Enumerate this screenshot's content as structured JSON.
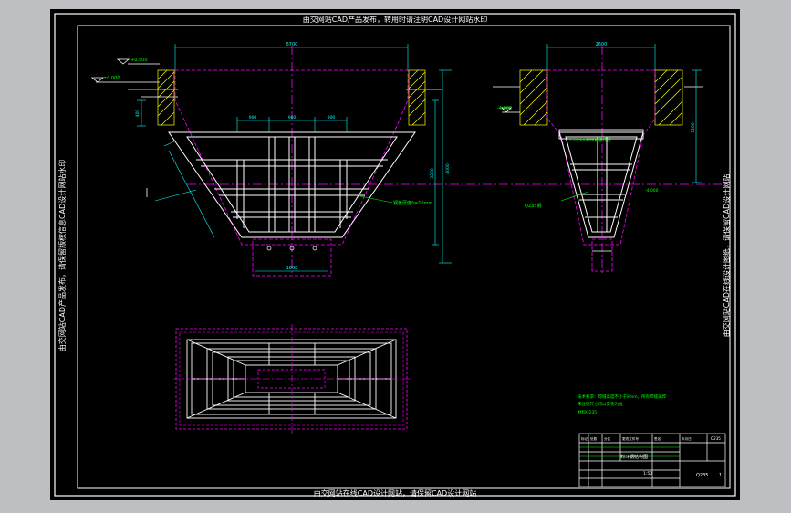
{
  "window": {
    "background": "#bdbfc2",
    "canvas_background": "#000000"
  },
  "colors": {
    "frame": "#ffffff",
    "center": "#ff00ff",
    "dim": "#00ffff",
    "note": "#00ff00",
    "hatch": "#ffff00",
    "steel": "#ffffff",
    "ref": "#ff00ff"
  },
  "watermarks": {
    "top": "由交网站CAD产品发布，转用时请注明CAD设计网站水印",
    "bottom": "由交网站在线CAD设计网站，请保留CAD设计网站",
    "left": "由交网站CAD产品发布，请保留版权信息CAD设计网站水印",
    "right": "由交网站CAD在线设计图纸，请保留CAD设计网站"
  },
  "dimensions": {
    "front_top_width": "5700",
    "front_center_1": "900",
    "front_center_2": "900",
    "front_center_3": "900",
    "front_height_1": "400",
    "front_height_2": "3200",
    "front_height_3": "4000",
    "front_bottom_width": "1600",
    "side_top_width": "2600",
    "side_height": "3200",
    "elevation_left": "±0.000",
    "elevation_top": "+0.500",
    "elevation_bottom": "-4.000"
  },
  "notes": {
    "steel_spec": "钢板厚度δ=10mm",
    "side_callout": "L=4500mm钢板焊接",
    "side_callout_2": "Q235钢",
    "tech_note_1": "技术要求：焊缝高度不小于8mm，所有焊缝满焊",
    "tech_note_2": "未注明尺寸均以实物为准",
    "tech_note_3": "材料Q235"
  },
  "title_block": {
    "header": [
      "标记",
      "处数",
      "分区",
      "更改文件号",
      "签名",
      "年月日"
    ],
    "material": "Q235",
    "drawing_name": "料斗钢结构图",
    "scale": "1:50",
    "sheet": "1",
    "code": "Q235"
  }
}
